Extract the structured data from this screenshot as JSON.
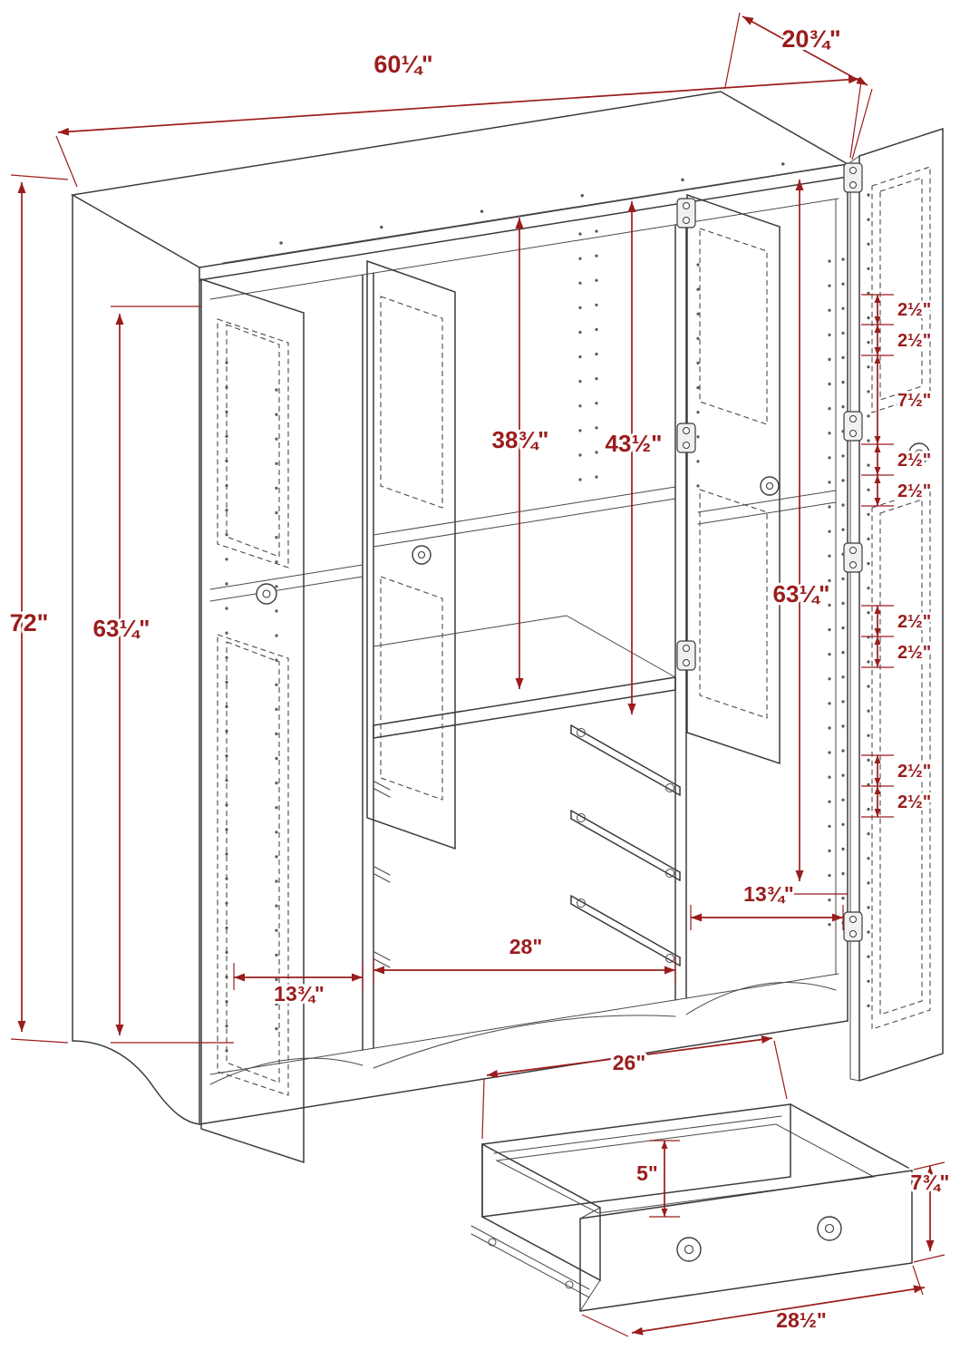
{
  "colors": {
    "dimension": "#9a1c1c",
    "line": "#3b3b3b",
    "background": "#ffffff"
  },
  "wardrobe": {
    "top_width": "60¼\"",
    "top_depth": "20¾\"",
    "overall_height": "72\"",
    "interior_height": "63¼\"",
    "shelf_height": "38¾\"",
    "right_opening_height": "43½\"",
    "right_door_height": "63¼\"",
    "pin_spacing": "2½\"",
    "pin_group_spacing": "7½\"",
    "left_section_width": "13¾\"",
    "middle_section_width": "28\"",
    "right_section_width": "13¾\""
  },
  "drawer": {
    "opening_width": "26\"",
    "side_height": "5\"",
    "front_height": "7¾\"",
    "front_width": "28½\""
  }
}
